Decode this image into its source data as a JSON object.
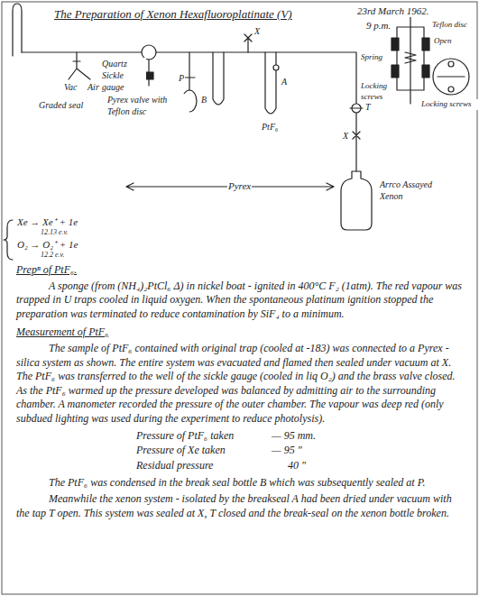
{
  "diagram": {
    "title": "The Preparation of Xenon Hexafluoroplatinate (V)",
    "labels": [
      "23rd March 1962.",
      "9 p.m.",
      "Teflon disc",
      "Open",
      "Spring",
      "Locking screws",
      "Locking screws",
      "Vac",
      "Air",
      "Graded seal",
      "Quartz Sickle gauge",
      "Pyrex valve with Teflon disc",
      "P",
      "B",
      "X",
      "A",
      "PtF₆",
      "T",
      "X",
      "Pyrex",
      "Arrco Assayed Xenon",
      "Xe → Xe⁺ + 1e",
      "12.13 e.v.",
      "O₂ → O₂⁺ + 1e",
      "12.2 e.v.",
      "Prepⁿ of PtF₆.",
      "A sponge (from (NH₄)₂PtCl₆ Δ) in nickel boat - ignited in 400°C F₂ (1atm). The red vapour was trapped in U traps cooled in liquid oxygen. When the spontaneous platinum ignition stopped the preparation was terminated to reduce contamination by SiF₄ to a minimum.",
      "Measurement of PtF₆",
      "The sample of PtF₆ contained with original trap (cooled at -183) was connected to a Pyrex - silica system as shown. The entire system was evacuated and flamed then sealed under vacuum at X. The PtF₆ was transferred to the well of the sickle gauge (cooled in liq O₂) and the brass valve closed. As the PtF₆ warmed up the pressure developed was balanced by admitting air to the surrounding chamber. A manometer recorded the pressure of the outer chamber. The vapour was deep red (only subdued lighting was used during the experiment to reduce photolysis).",
      "Pressure of PtF₆ taken",
      "— 95 mm.",
      "Pressure of Xe taken",
      "— 95 ″",
      "Residual pressure",
      "40 ″",
      "The PtF₆ was condensed in the break seal bottle B which was subsequently sealed at P.",
      "Meanwhile the xenon system - isolated by the breakseal A had been dried under vacuum with the tap T open. This system was sealed at X, T closed and the break-seal on the xenon bottle broken."
    ]
  }
}
